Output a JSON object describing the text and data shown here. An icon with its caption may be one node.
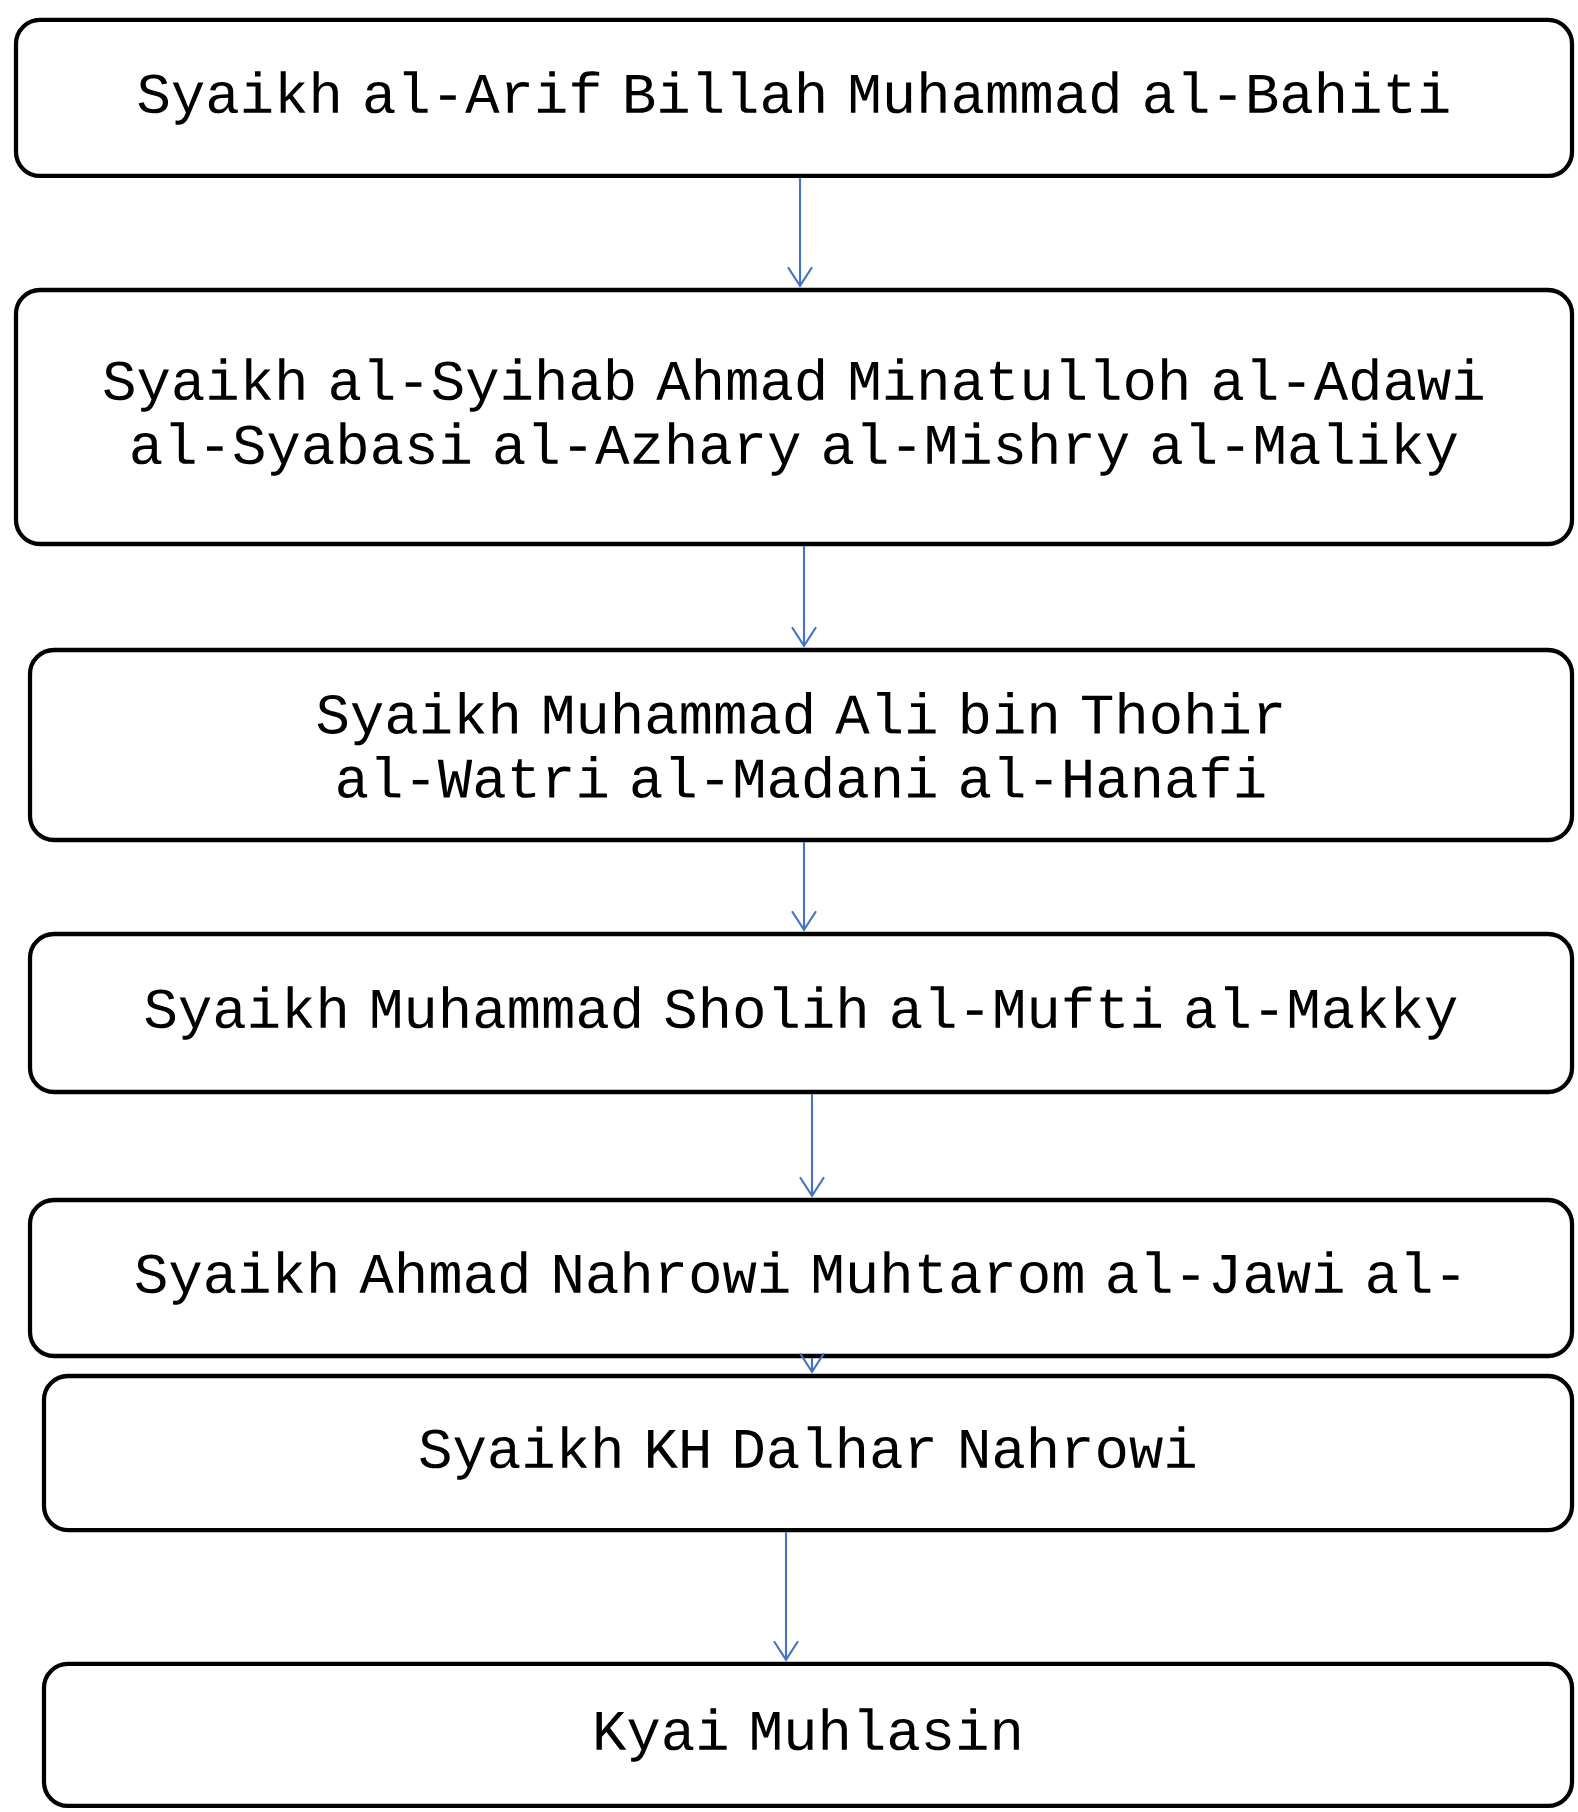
{
  "diagram": {
    "nodes": [
      {
        "text": [
          "Syaikh al-Arif Billah Muhammad al-Bahiti"
        ]
      },
      {
        "text": [
          "Syaikh al-Syihab Ahmad Minatulloh al-Adawi al-Syabasi al-Azhary al-Mishry al-Maliky"
        ]
      },
      {
        "text": [
          "Syaikh Muhammad Ali bin Thohir al-Watri al-Madani al-Hanafi"
        ]
      },
      {
        "text": [
          "Syaikh Muhammad Sholih al-Mufti al-Makky"
        ]
      },
      {
        "text": [
          "Syaikh Ahmad Nahrowi Muhtarom al-Jawi al-"
        ]
      },
      {
        "text": [
          "Syaikh KH Dalhar Nahrowi"
        ]
      },
      {
        "text": [
          "Kyai Muhlasin"
        ]
      }
    ],
    "edges": [
      {
        "from": 0,
        "to": 1,
        "arrow": "to"
      },
      {
        "from": 1,
        "to": 2,
        "arrow": "to"
      },
      {
        "from": 2,
        "to": 3,
        "arrow": "to"
      },
      {
        "from": 3,
        "to": 4,
        "arrow": "to"
      },
      {
        "from": 4,
        "to": 5,
        "arrow": "to"
      },
      {
        "from": 5,
        "to": 6,
        "arrow": "to"
      }
    ]
  }
}
